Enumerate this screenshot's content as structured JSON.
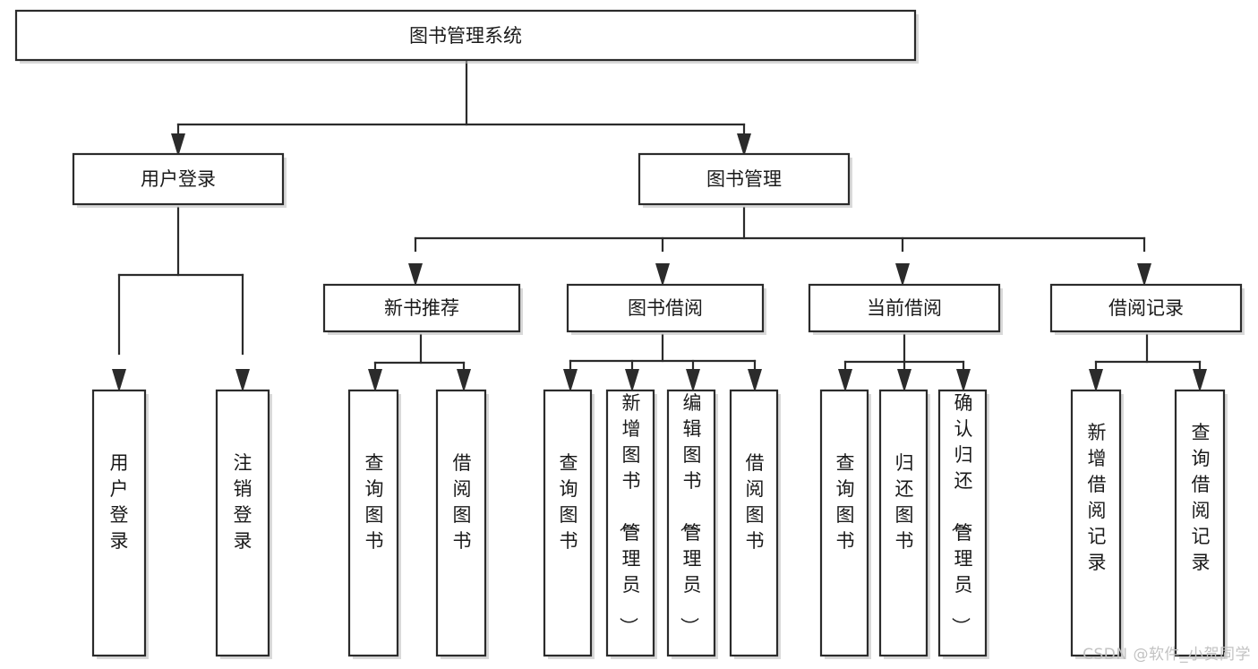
{
  "diagram": {
    "type": "tree-hierarchy",
    "title": "图书管理系统",
    "background_color": "#ffffff",
    "line_color": "#2b2b2b",
    "text_color": "#1a1a1a",
    "root": {
      "id": "root",
      "label": "图书管理系统",
      "orientation": "horizontal"
    },
    "level2": [
      {
        "id": "user-login",
        "label": "用户登录",
        "orientation": "horizontal"
      },
      {
        "id": "book-manage",
        "label": "图书管理",
        "orientation": "horizontal"
      }
    ],
    "level3": [
      {
        "id": "new-book-recommend",
        "label": "新书推荐",
        "orientation": "horizontal",
        "parent": "book-manage"
      },
      {
        "id": "book-borrow",
        "label": "图书借阅",
        "orientation": "horizontal",
        "parent": "book-manage"
      },
      {
        "id": "current-borrow",
        "label": "当前借阅",
        "orientation": "horizontal",
        "parent": "book-manage"
      },
      {
        "id": "borrow-record",
        "label": "借阅记录",
        "orientation": "horizontal",
        "parent": "book-manage"
      }
    ],
    "leaves": [
      {
        "id": "leaf-user-login",
        "label": "用户登录",
        "orientation": "vertical",
        "parent": "user-login"
      },
      {
        "id": "leaf-user-logout",
        "label": "注销登录",
        "orientation": "vertical",
        "parent": "user-login"
      },
      {
        "id": "leaf-query-book-1",
        "label": "查询图书",
        "orientation": "vertical",
        "parent": "new-book-recommend"
      },
      {
        "id": "leaf-borrow-book-1",
        "label": "借阅图书",
        "orientation": "vertical",
        "parent": "new-book-recommend"
      },
      {
        "id": "leaf-query-book-2",
        "label": "查询图书",
        "orientation": "vertical",
        "parent": "book-borrow"
      },
      {
        "id": "leaf-add-book",
        "label": "新增图书（管理员）",
        "orientation": "vertical",
        "parent": "book-borrow"
      },
      {
        "id": "leaf-edit-book",
        "label": "编辑图书（管理员）",
        "orientation": "vertical",
        "parent": "book-borrow"
      },
      {
        "id": "leaf-borrow-book-2",
        "label": "借阅图书",
        "orientation": "vertical",
        "parent": "book-borrow"
      },
      {
        "id": "leaf-query-book-3",
        "label": "查询图书",
        "orientation": "vertical",
        "parent": "current-borrow"
      },
      {
        "id": "leaf-return-book",
        "label": "归还图书",
        "orientation": "vertical",
        "parent": "current-borrow"
      },
      {
        "id": "leaf-confirm-return",
        "label": "确认归还（管理员）",
        "orientation": "vertical",
        "parent": "current-borrow"
      },
      {
        "id": "leaf-add-record",
        "label": "新增借阅记录",
        "orientation": "vertical",
        "parent": "borrow-record"
      },
      {
        "id": "leaf-query-record",
        "label": "查询借阅记录",
        "orientation": "vertical",
        "parent": "borrow-record"
      }
    ]
  },
  "watermark": {
    "text": "CSDN @软件_小贺同学",
    "color": "#c2c2c2"
  }
}
